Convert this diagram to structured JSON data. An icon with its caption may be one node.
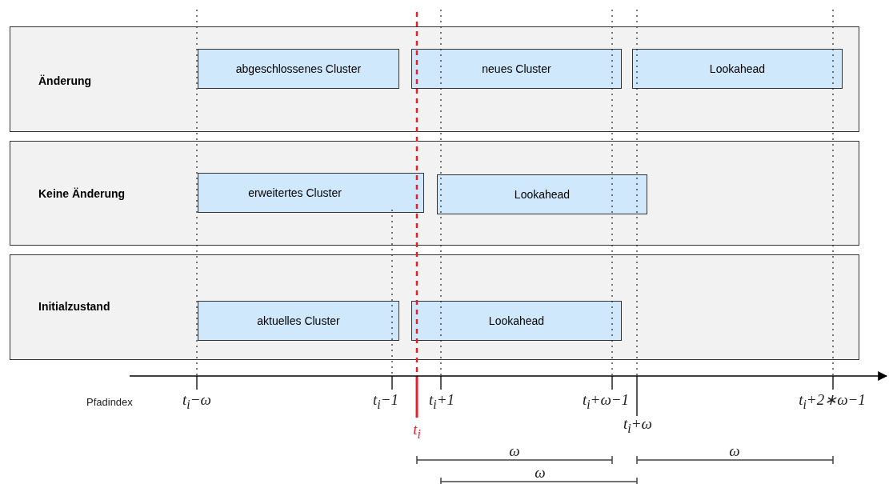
{
  "diagram": {
    "nodes": [
      {
        "text": [
          "Änderung"
        ]
      },
      {
        "text": [
          "abgeschlossenes Cluster"
        ],
        "in": 0
      },
      {
        "text": [
          "neues Cluster"
        ],
        "in": 0
      },
      {
        "text": [
          "Lookahead"
        ],
        "in": 0
      },
      {
        "text": [
          "Keine Änderung"
        ]
      },
      {
        "text": [
          "erweitertes Cluster"
        ],
        "in": 4
      },
      {
        "text": [
          "Lookahead"
        ],
        "in": 4
      },
      {
        "text": [
          "Initialzustand"
        ]
      },
      {
        "text": [
          "aktuelles Cluster"
        ],
        "in": 7
      },
      {
        "text": [
          "Lookahead"
        ],
        "in": 7
      }
    ],
    "edges": [],
    "labels": [
      "Pfadindex",
      "t$_{i}$−ω",
      "t$_{i}$−1",
      "t$_{i}$+1",
      "t$_{i}$+ω−1",
      "t$_{i}$+2∗ω−1",
      "t$_{i}$",
      "t$_{i}$+ω",
      "ω",
      "ω",
      "ω"
    ]
  }
}
